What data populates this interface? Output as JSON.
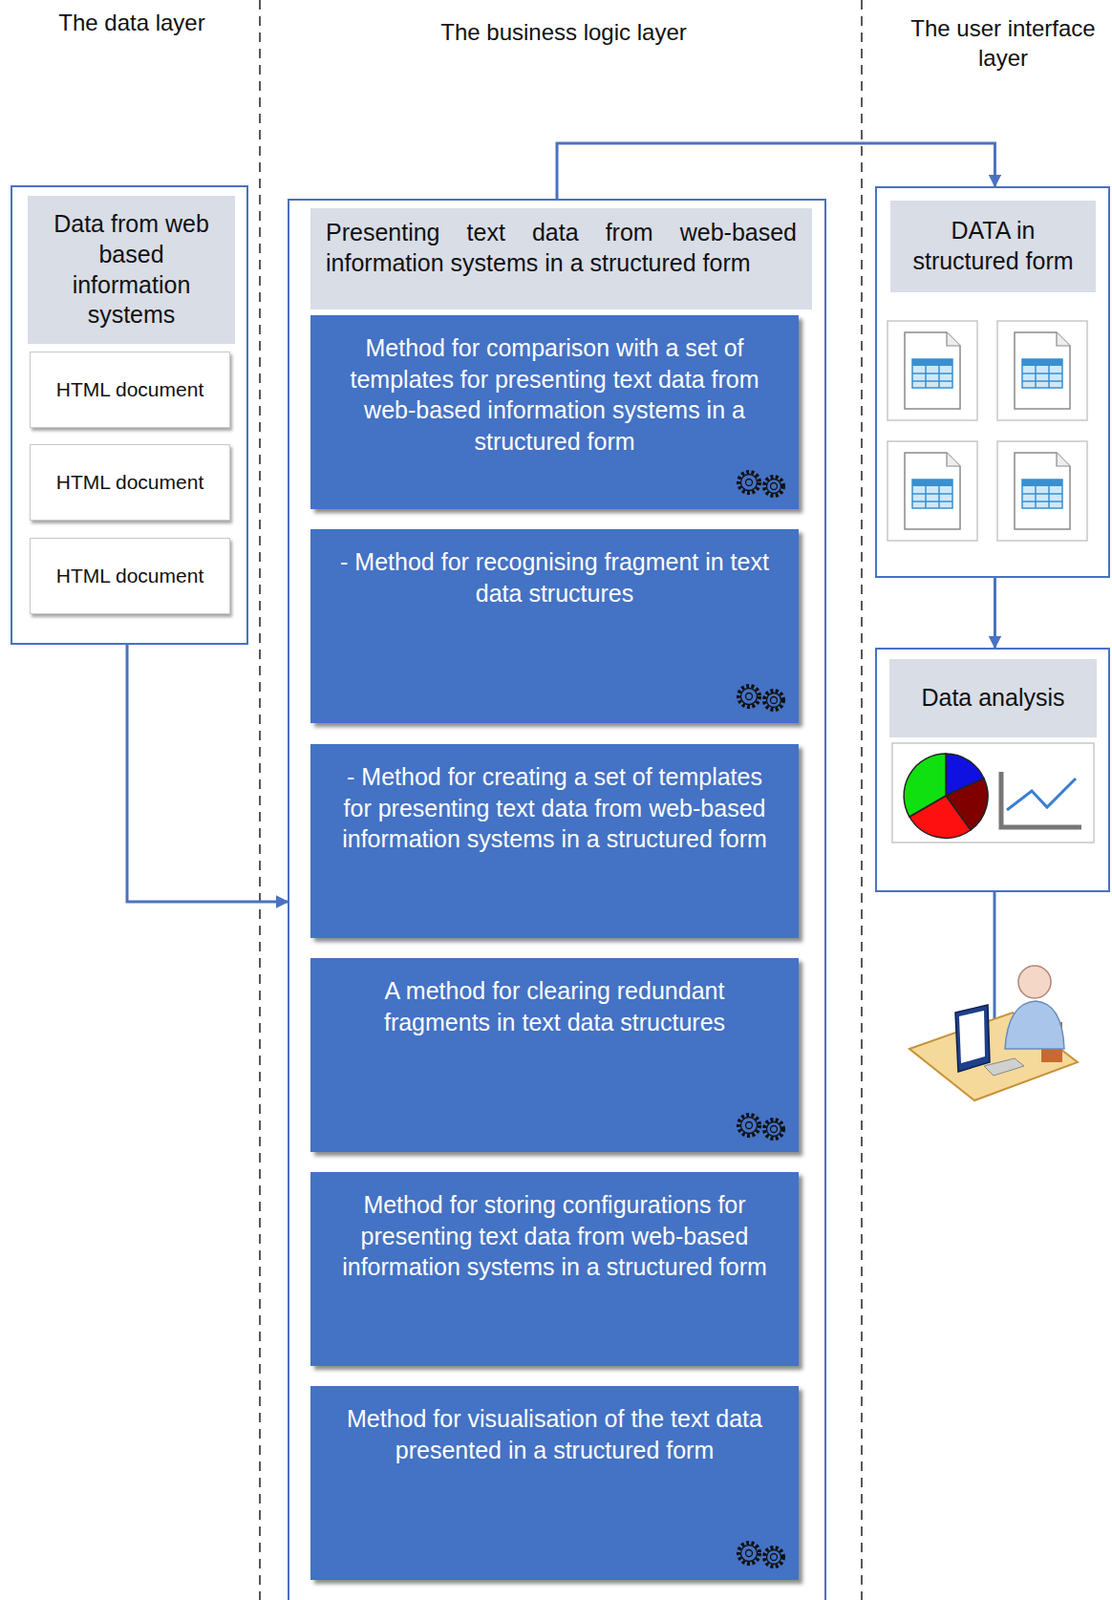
{
  "diagram": {
    "nodes": [
      {
        "text": [
          "Data from web based information systems"
        ]
      },
      {
        "text": [
          "HTML document"
        ],
        "in": 0
      },
      {
        "text": [
          "HTML document"
        ],
        "in": 0
      },
      {
        "text": [
          "HTML document"
        ],
        "in": 0
      },
      {
        "text": [
          "Presenting text data from web-based information systems in a structured form"
        ]
      },
      {
        "text": [
          "Method for comparison with a set of templates for presenting text data from web-based information systems in a structured form"
        ],
        "in": 4
      },
      {
        "text": [
          "- Method for recognising fragment in text data structures"
        ],
        "in": 4
      },
      {
        "text": [
          "- Method for creating a set of templates for presenting text data from web-based information systems in a structured form"
        ],
        "in": 4
      },
      {
        "text": [
          "A method for clearing redundant fragments in text data structures"
        ],
        "in": 4
      },
      {
        "text": [
          "Method for storing configurations for presenting text data from web-based information systems in a structured form"
        ],
        "in": 4
      },
      {
        "text": [
          "Method for visualisation of the text data presented in a structured form"
        ],
        "in": 4
      },
      {
        "text": [
          "DATA in structured form"
        ]
      },
      {
        "text": [
          "Data analysis"
        ]
      }
    ],
    "edges": [
      {
        "from": 0,
        "to": 4,
        "arrow": "to"
      },
      {
        "from": 4,
        "to": 11,
        "arrow": "to"
      },
      {
        "from": 11,
        "to": 12,
        "arrow": "to"
      }
    ],
    "labels": [
      "The data layer",
      "The business logic layer",
      "The user interface layer"
    ]
  }
}
